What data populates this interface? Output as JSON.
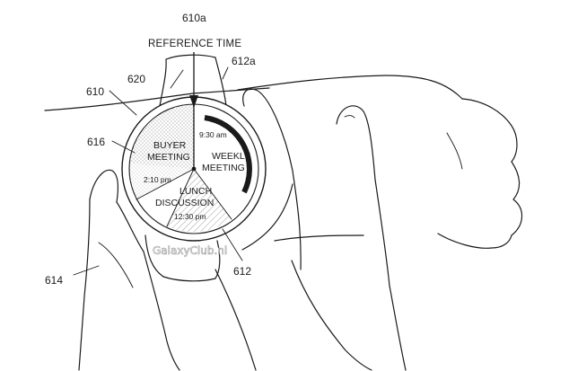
{
  "figure": {
    "title": "REFERENCE TIME",
    "reference_numerals": {
      "r610a": "610a",
      "r612a": "612a",
      "r620": "620",
      "r610": "610",
      "r616": "616",
      "r614": "614",
      "r612": "612"
    },
    "watch_face": {
      "buyer_line1": "BUYER",
      "buyer_line2": "MEETING",
      "time_930": "9:30 am",
      "weekly_line1": "WEEKLY",
      "weekly_line2": "MEETING",
      "time_210": "2:10 pm",
      "lunch_line1": "LUNCH",
      "lunch_line2": "DISCUSSION",
      "time_1230": "12:30 pm"
    },
    "watermark": "GalaxyClub.nl"
  }
}
